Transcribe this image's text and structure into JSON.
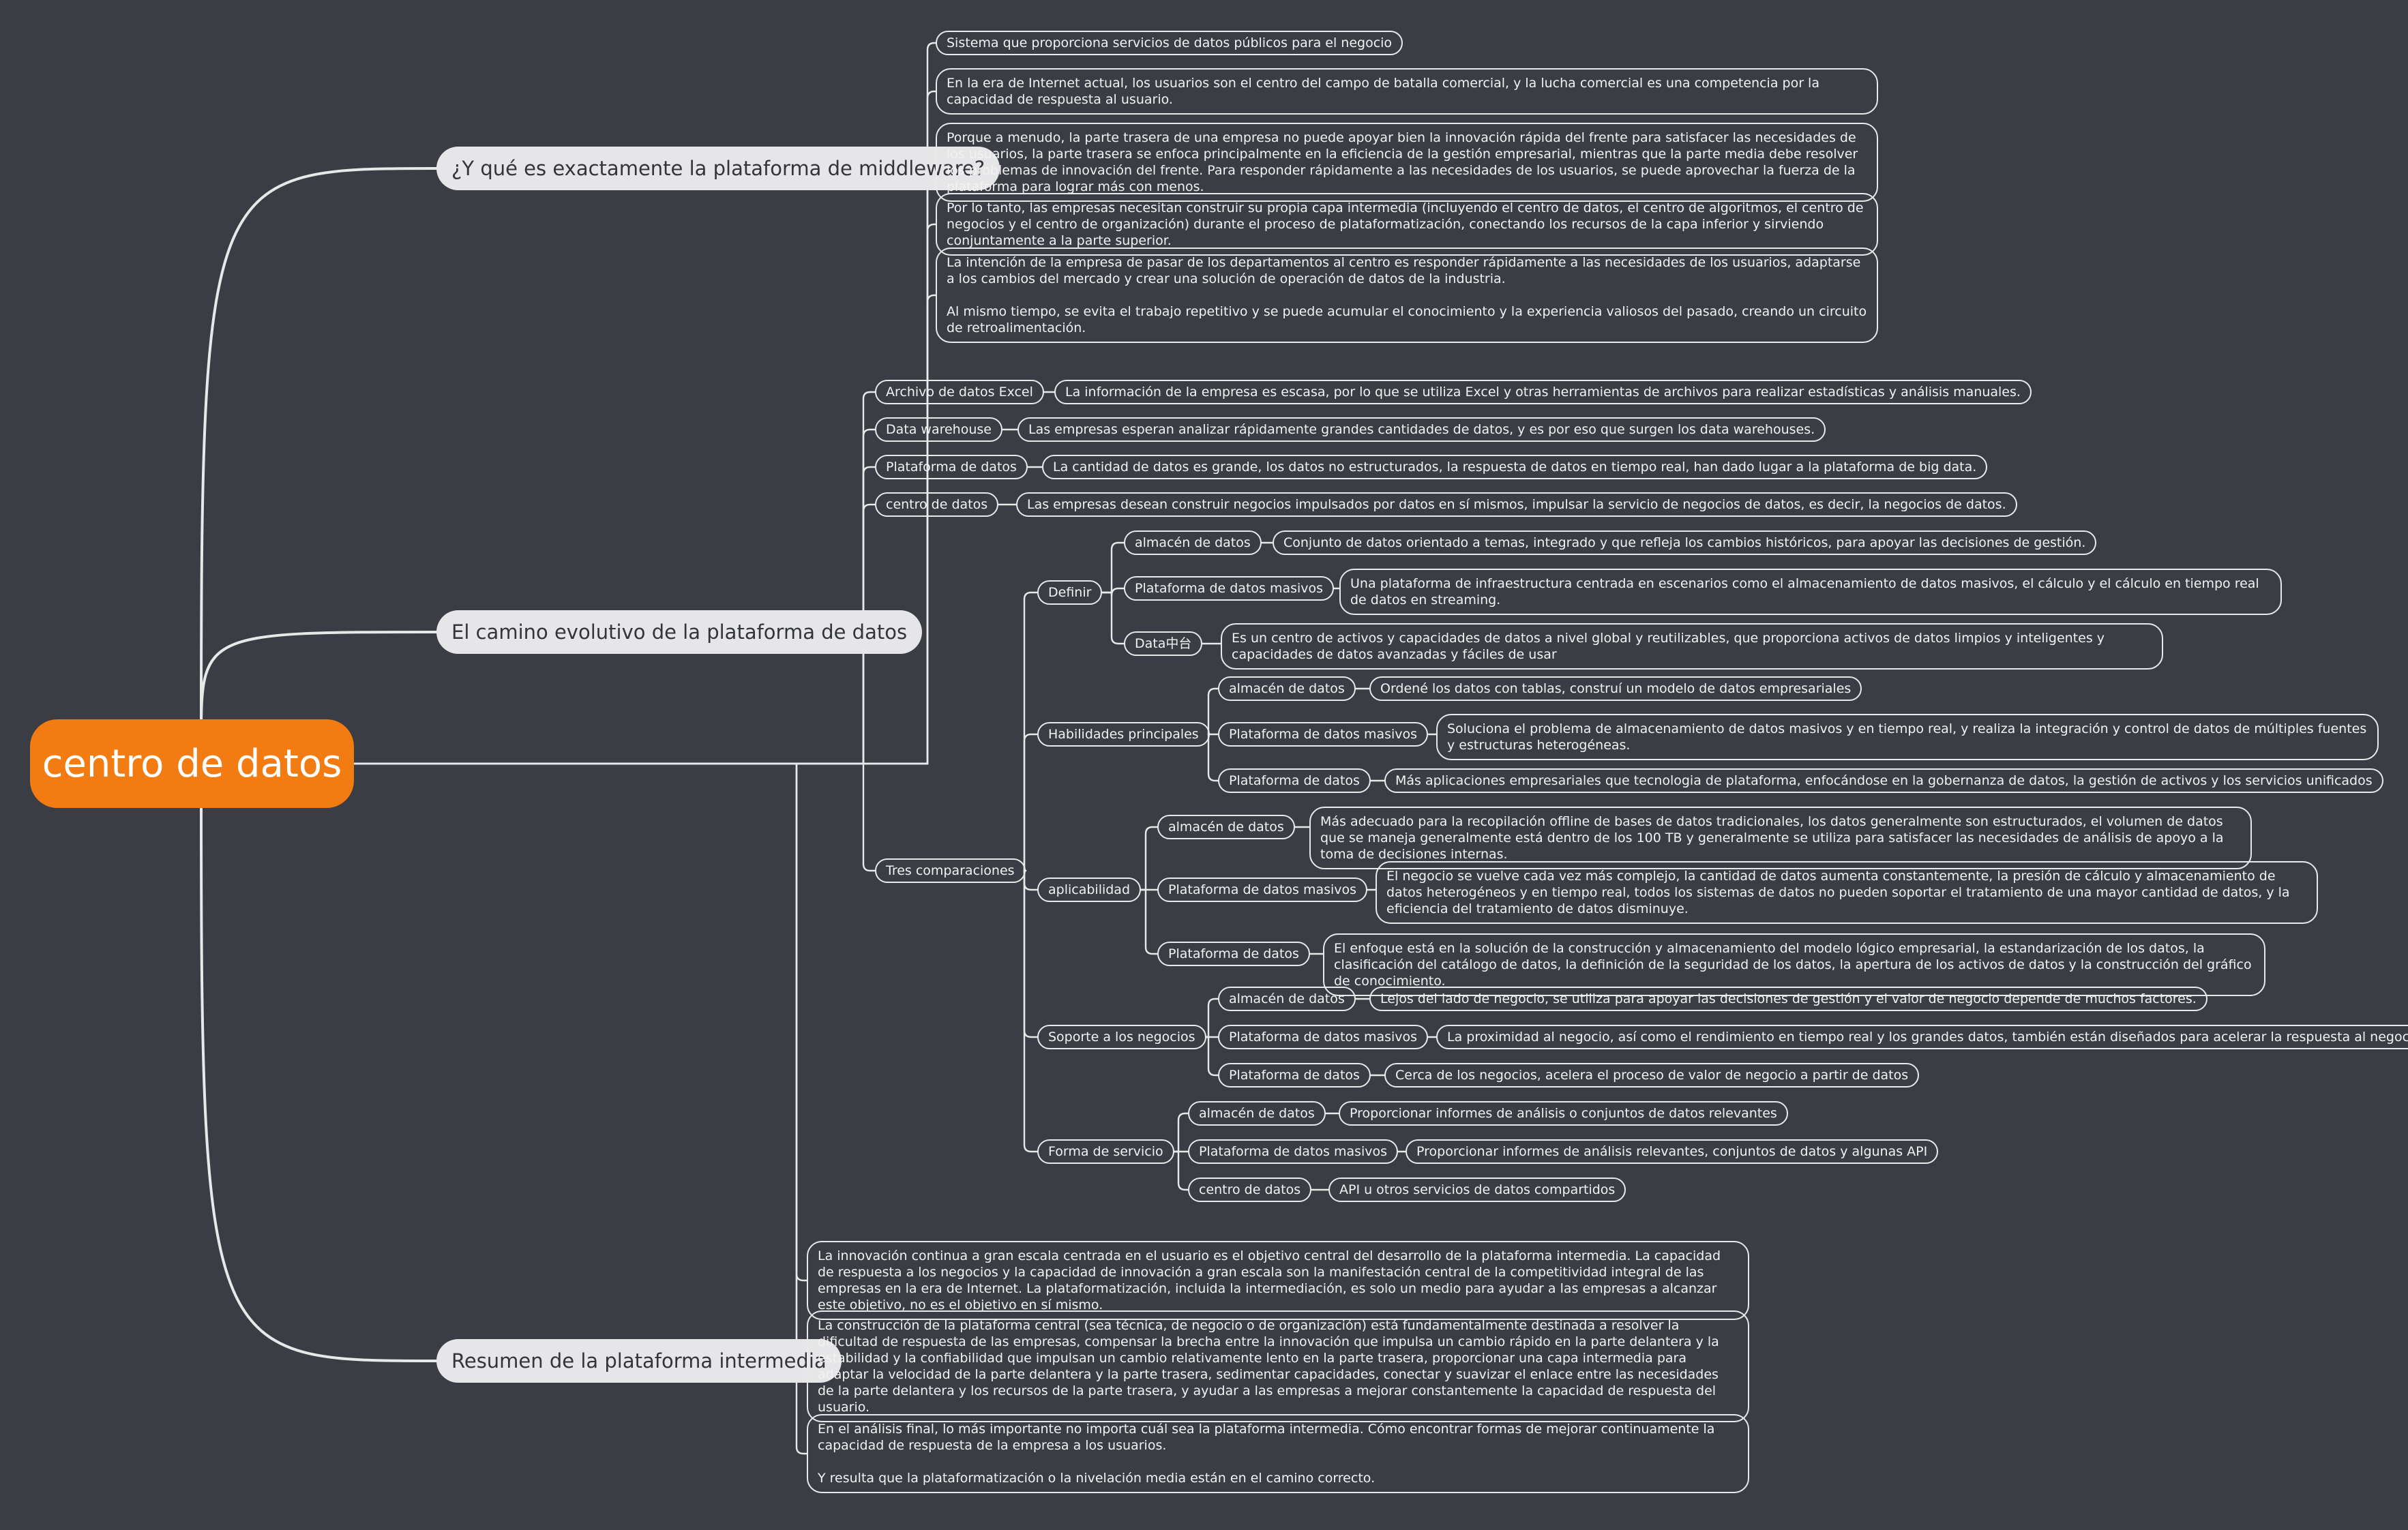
{
  "root": {
    "label": "centro de datos"
  },
  "branches": {
    "middleware": {
      "label": "¿Y qué es exactamente la plataforma de middleware?",
      "items": [
        "Sistema que proporciona servicios de datos públicos para el negocio",
        "En la era de Internet actual, los usuarios son el centro del campo de batalla comercial, y la lucha comercial es una competencia por la capacidad de respuesta al usuario.",
        "Porque a menudo, la parte trasera de una empresa no puede apoyar bien la innovación rápida del frente para satisfacer las necesidades de los usuarios, la parte trasera se enfoca principalmente en la eficiencia de la gestión empresarial, mientras que la parte media debe resolver los problemas de innovación del frente. Para responder rápidamente a las necesidades de los usuarios, se puede aprovechar la fuerza de la plataforma para lograr más con menos.",
        "Por lo tanto, las empresas necesitan construir su propia capa intermedia (incluyendo el centro de datos, el centro de algoritmos, el centro de negocios y el centro de organización) durante el proceso de plataformatización, conectando los recursos de la capa inferior y sirviendo conjuntamente a la parte superior.",
        "La intención de la empresa de pasar de los departamentos al centro es responder rápidamente a las necesidades de los usuarios, adaptarse a los cambios del mercado y crear una solución de operación de datos de la industria."
      ],
      "item5_p2": "Al mismo tiempo, se evita el trabajo repetitivo y se puede acumular el conocimiento y la experiencia valiosos del pasado, creando un circuito de retroalimentación."
    },
    "evolution": {
      "label": "El camino evolutivo de la plataforma de datos",
      "stages": [
        {
          "label": "Archivo de datos Excel",
          "desc": "La información de la empresa es escasa, por lo que se utiliza Excel y otras herramientas de archivos para realizar estadísticas y análisis manuales."
        },
        {
          "label": "Data warehouse",
          "desc": "Las empresas esperan analizar rápidamente grandes cantidades de datos, y es por eso que surgen los data warehouses."
        },
        {
          "label": "Plataforma de datos",
          "desc": "La cantidad de datos es grande, los datos no estructurados, la respuesta de datos en tiempo real, han dado lugar a la plataforma de big data."
        },
        {
          "label": "centro de datos",
          "desc": "Las empresas desean construir negocios impulsados por datos en sí mismos, impulsar la servicio de negocios de datos, es decir, la negocios de datos."
        }
      ],
      "comparisons": {
        "label": "Tres comparaciones",
        "groups": [
          {
            "label": "Definir",
            "items": [
              {
                "label": "almacén de datos",
                "desc": "Conjunto de datos orientado a temas, integrado y que refleja los cambios históricos, para apoyar las decisiones de gestión."
              },
              {
                "label": "Plataforma de datos masivos",
                "desc": "Una plataforma de infraestructura centrada en escenarios como el almacenamiento de datos masivos, el cálculo y el cálculo en tiempo real de datos en streaming."
              },
              {
                "label": "Data中台",
                "desc": "Es un centro de activos y capacidades de datos a nivel global y reutilizables, que proporciona activos de datos limpios y inteligentes y capacidades de datos avanzadas y fáciles de usar"
              }
            ]
          },
          {
            "label": "Habilidades principales",
            "items": [
              {
                "label": "almacén de datos",
                "desc": "Ordené los datos con tablas, construí un modelo de datos empresariales"
              },
              {
                "label": "Plataforma de datos masivos",
                "desc": "Soluciona el problema de almacenamiento de datos masivos y en tiempo real, y realiza la integración y control de datos de múltiples fuentes y estructuras heterogéneas."
              },
              {
                "label": "Plataforma de datos",
                "desc": "Más aplicaciones empresariales que tecnologia de plataforma, enfocándose en la gobernanza de datos, la gestión de activos y los servicios unificados"
              }
            ]
          },
          {
            "label": "aplicabilidad",
            "items": [
              {
                "label": "almacén de datos",
                "desc": "Más adecuado para la recopilación offline de bases de datos tradicionales, los datos generalmente son estructurados, el volumen de datos que se maneja generalmente está dentro de los 100 TB y generalmente se utiliza para satisfacer las necesidades de análisis de apoyo a la toma de decisiones internas."
              },
              {
                "label": "Plataforma de datos masivos",
                "desc": "El negocio se vuelve cada vez más complejo, la cantidad de datos aumenta constantemente, la presión de cálculo y almacenamiento de datos heterogéneos y en tiempo real, todos los sistemas de datos no pueden soportar el tratamiento de una mayor cantidad de datos, y la eficiencia del tratamiento de datos disminuye."
              },
              {
                "label": "Plataforma de datos",
                "desc": "El enfoque está en la solución de la construcción y almacenamiento del modelo lógico empresarial, la estandarización de los datos, la clasificación del catálogo de datos, la definición de la seguridad de los datos, la apertura de los activos de datos y la construcción del gráfico de conocimiento."
              }
            ]
          },
          {
            "label": "Soporte a los negocios",
            "items": [
              {
                "label": "almacén de datos",
                "desc": "Lejos del lado de negocio, se utiliza para apoyar las decisiones de gestión y el valor de negocio depende de muchos factores."
              },
              {
                "label": "Plataforma de datos masivos",
                "desc": "La proximidad al negocio, así como el rendimiento en tiempo real y los grandes datos, también están diseñados para acelerar la respuesta al negocio."
              },
              {
                "label": "Plataforma de datos",
                "desc": "Cerca de los negocios, acelera el proceso de valor de negocio a partir de datos"
              }
            ]
          },
          {
            "label": "Forma de servicio",
            "items": [
              {
                "label": "almacén de datos",
                "desc": "Proporcionar informes de análisis o conjuntos de datos relevantes"
              },
              {
                "label": "Plataforma de datos masivos",
                "desc": "Proporcionar informes de análisis relevantes, conjuntos de datos y algunas API"
              },
              {
                "label": "centro de datos",
                "desc": "API u otros servicios de datos compartidos"
              }
            ]
          }
        ]
      }
    },
    "summary": {
      "label": "Resumen de la plataforma intermedia",
      "items": [
        "La innovación continua a gran escala centrada en el usuario es el objetivo central del desarrollo de la plataforma intermedia. La capacidad de respuesta a los negocios y la capacidad de innovación a gran escala son la manifestación central de la competitividad integral de las empresas en la era de Internet. La plataformatización, incluida la intermediación, es solo un medio para ayudar a las empresas a alcanzar este objetivo, no es el objetivo en sí mismo.",
        "La construcción de la plataforma central (sea técnica, de negocio o de organización) está fundamentalmente destinada a resolver la dificultad de respuesta de las empresas, compensar la brecha entre la innovación que impulsa un cambio rápido en la parte delantera y la estabilidad y la confiabilidad que impulsan un cambio relativamente lento en la parte trasera, proporcionar una capa intermedia para adaptar la velocidad de la parte delantera y la parte trasera, sedimentar capacidades, conectar y suavizar el enlace entre las necesidades de la parte delantera y los recursos de la parte trasera, y ayudar a las empresas a mejorar constantemente la capacidad de respuesta del usuario.",
        "En el análisis final, lo más importante no importa cuál sea la plataforma intermedia. Cómo encontrar formas de mejorar continuamente la capacidad de respuesta de la empresa a los usuarios."
      ],
      "item3_p2": "Y resulta que la plataformatización o la nivelación media están en el camino correcto."
    }
  }
}
